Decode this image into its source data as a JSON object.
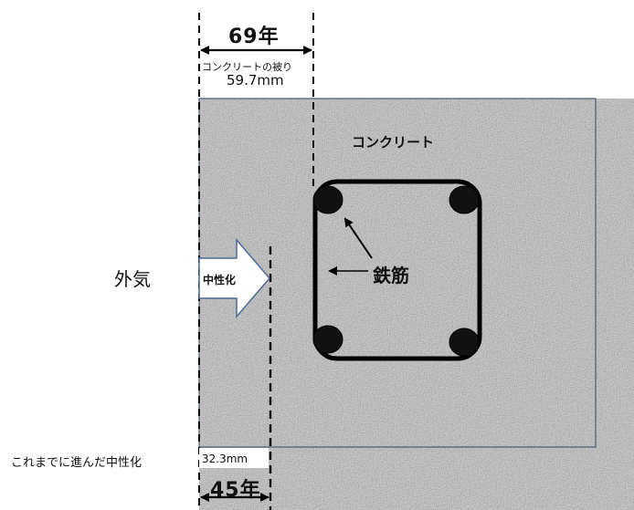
{
  "labels": {
    "cover_years": "69年",
    "cover_caption": "コンクリートの被り",
    "cover_depth": "59.7mm",
    "outside_air": "外気",
    "concrete": "コンクリート",
    "rebar": "鉄筋",
    "carbonation_arrow": "中性化",
    "progressed_caption": "これまでに進んだ中性化",
    "progressed_depth": "32.3mm",
    "progressed_years": "45年"
  },
  "colors": {
    "concrete_fill": "#a9a9a9",
    "concrete_border": "#4a5a78",
    "line": "#000000",
    "arrow_fill": "#ffffff",
    "arrow_stroke": "#4a6a9a"
  }
}
